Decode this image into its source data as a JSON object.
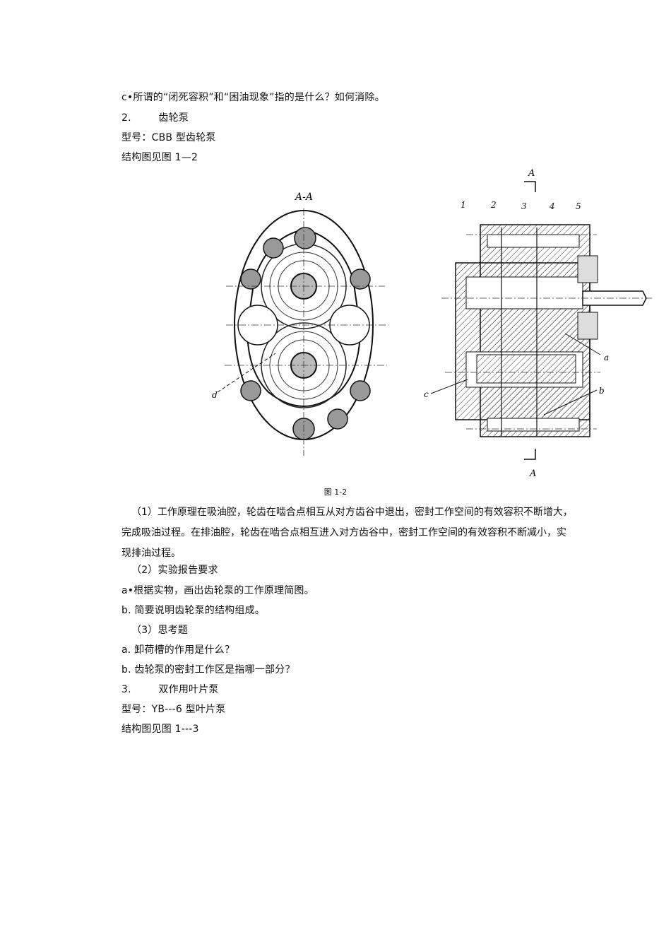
{
  "top_section": {
    "question_c": "c•所谓的“闭死容积”和“困油现象”指的是什么？如何消除。",
    "section_2_number": "2.",
    "section_2_title": "齿轮泵",
    "model": "型号：CBB 型齿轮泵",
    "structure_ref": "结构图见图 1—2"
  },
  "figure": {
    "caption": "图 1-2",
    "left_view_label": "A-A",
    "left_callout": "d",
    "right_section_marks": [
      "A",
      "A"
    ],
    "part_numbers": [
      "1",
      "2",
      "3",
      "4",
      "5"
    ],
    "callouts": [
      "a",
      "b",
      "c"
    ]
  },
  "working_principle": {
    "text": "（1）工作原理在吸油腔，轮齿在啮合点相互从对方齿谷中退出，密封工作空间的有效容积不断增大，完成吸油过程。在排油腔，轮齿在啮合点相互进入对方齿谷中，密封工作空间的有效容积不断减小，实现排油过程。"
  },
  "report_requirements": {
    "heading": "（2）实验报告要求",
    "items": [
      "a•根据实物，画出齿轮泵的工作原理简图。",
      "b. 简要说明齿轮泵的结构组成。"
    ]
  },
  "questions": {
    "heading": "（3）思考题",
    "items": [
      "a. 卸荷槽的作用是什么？",
      "b. 齿轮泵的密封工作区是指哪一部分？"
    ]
  },
  "section_3": {
    "number": "3.",
    "title": "双作用叶片泵",
    "model": "型号：YB---6 型叶片泵",
    "structure_ref": "结构图见图 1---3"
  }
}
